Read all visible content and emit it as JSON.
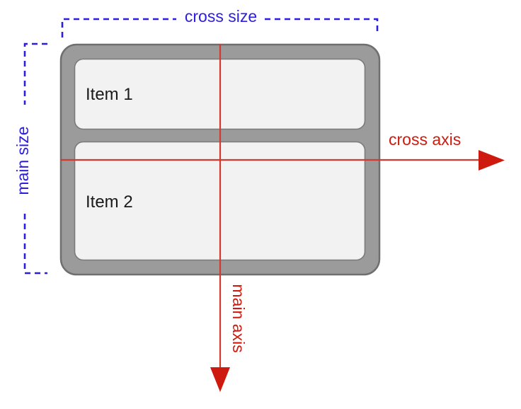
{
  "diagram": {
    "colors": {
      "background": "#ffffff",
      "blue": "#2c1edd",
      "red": "#ce1a0e",
      "red_line": "#d23a30",
      "container_fill": "#9b9b9b",
      "container_border": "#6f6f6f",
      "item_fill": "#f2f2f2",
      "item_border": "#7a7a7a",
      "item_text": "#1a1a1a"
    },
    "container": {
      "items": [
        {
          "label": "Item 1"
        },
        {
          "label": "Item 2"
        }
      ]
    },
    "labels": {
      "cross_size": "cross size",
      "main_size": "main size",
      "cross_axis": "cross axis",
      "main_axis": "main axis"
    }
  }
}
